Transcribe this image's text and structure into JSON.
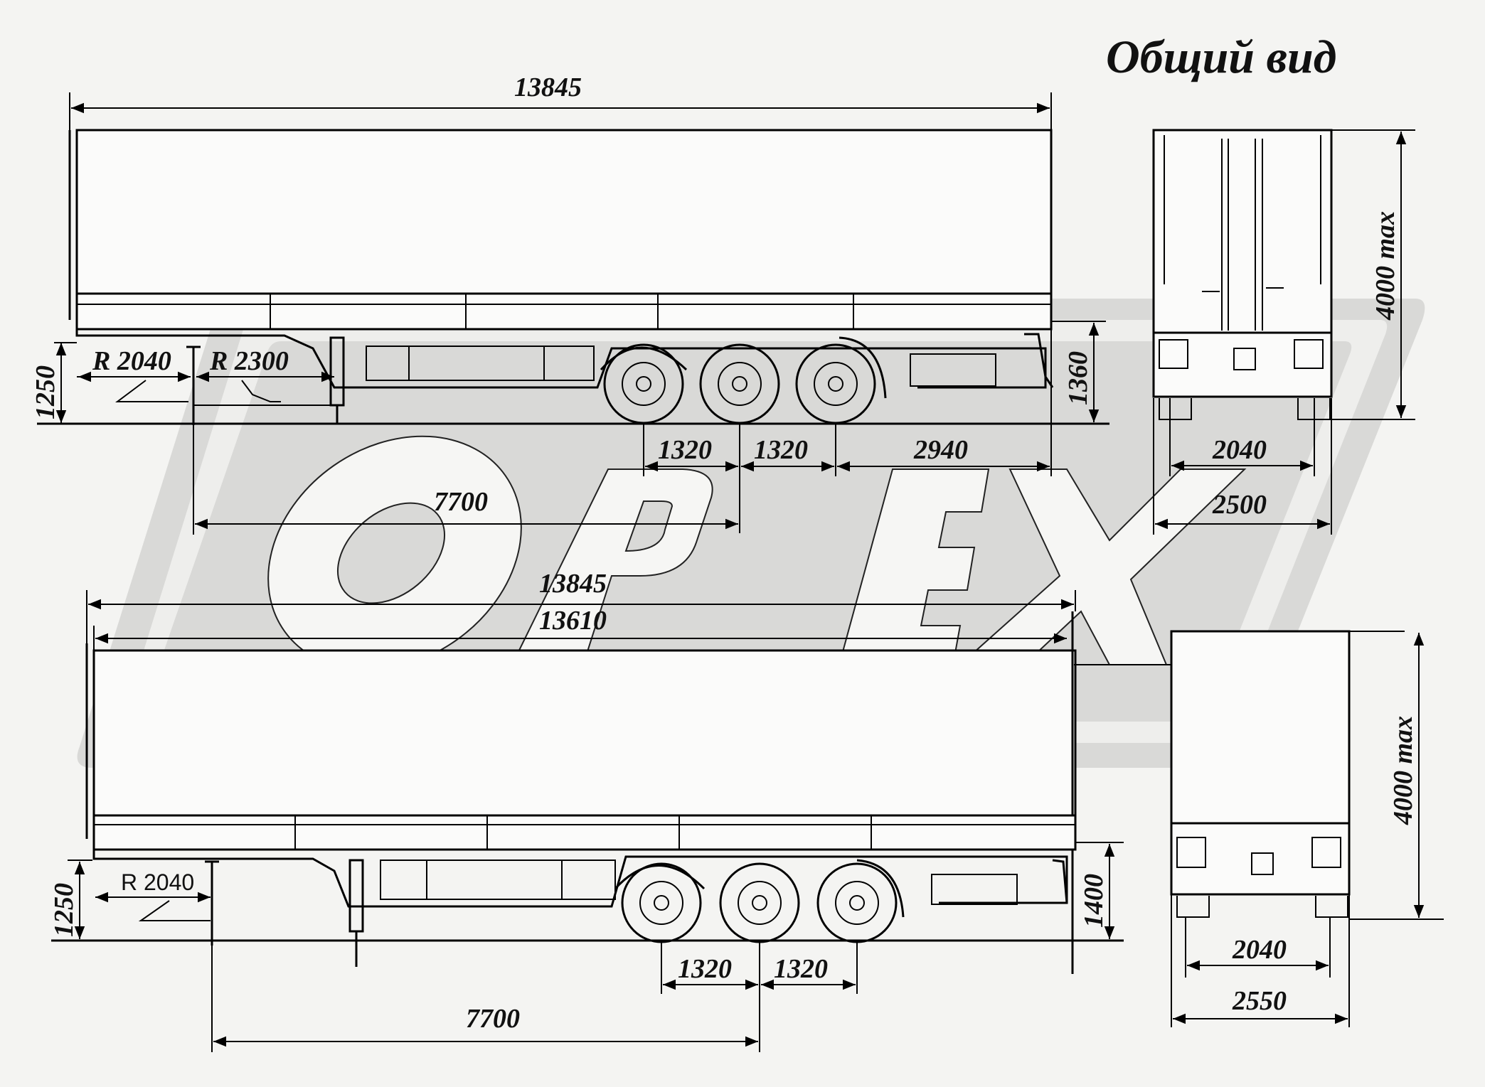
{
  "title": "Общий вид",
  "watermark": {
    "text": "OPEX",
    "color": "#d9d9d7"
  },
  "colors": {
    "background": "#f4f4f2",
    "line": "#000000"
  },
  "side_view_top": {
    "overall_length": "13845",
    "front_height": "1250",
    "coupling_height": "1360",
    "radius_front": "R 2040",
    "radius_rear": "R 2300",
    "axle_spacing_1": "1320",
    "axle_spacing_2": "1320",
    "rear_overhang": "2940",
    "kingpin_to_axle": "7700"
  },
  "rear_view_top": {
    "height": "4000 max",
    "track": "2040",
    "width": "2500"
  },
  "side_view_bottom": {
    "overall_length": "13845",
    "body_length": "13610",
    "front_height": "1250",
    "coupling_height": "1400",
    "radius_front": "R 2040",
    "axle_spacing_1": "1320",
    "axle_spacing_2": "1320",
    "kingpin_to_axle": "7700"
  },
  "rear_view_bottom": {
    "height": "4000 max",
    "track": "2040",
    "width": "2550"
  }
}
